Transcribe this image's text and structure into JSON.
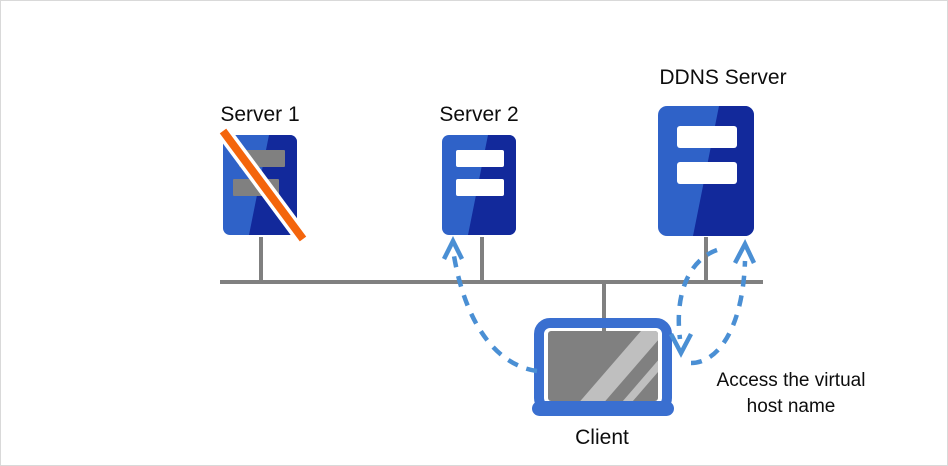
{
  "diagram": {
    "type": "network-topology",
    "title_visible": false,
    "background_color": "#ffffff",
    "border_color": "#d9d9d9",
    "palette": {
      "server_light_blue": "#2f62c8",
      "server_dark_blue": "#12299b",
      "server_disabled_bar": "#808080",
      "server_active_bar": "#ffffff",
      "slash_orange": "#f4650c",
      "slash_outline": "#ffffff",
      "bus_gray": "#808080",
      "arrow_blue": "#4a8fd4",
      "laptop_bezel": "#3a6fd0",
      "laptop_screen": "#808080",
      "laptop_screen_highlight": "#bfbfbf",
      "text_black": "#0d0d0d"
    },
    "nodes": [
      {
        "id": "server-1",
        "label": "Server 1",
        "kind": "server",
        "state": "disabled",
        "bar_count": 2,
        "bar_color": "#808080",
        "has_slash": true
      },
      {
        "id": "server-2",
        "label": "Server 2",
        "kind": "server",
        "state": "active",
        "bar_count": 2,
        "bar_color": "#ffffff",
        "has_slash": false
      },
      {
        "id": "ddns-server",
        "label": "DDNS Server",
        "kind": "server",
        "state": "active",
        "bar_count": 2,
        "bar_color": "#ffffff",
        "has_slash": false
      },
      {
        "id": "client",
        "label": "Client",
        "kind": "laptop",
        "state": "active"
      }
    ],
    "connections": [
      {
        "id": "bus",
        "kind": "bus-line",
        "from": "network-bus-left",
        "to": "network-bus-right"
      },
      {
        "id": "drop-server-1",
        "kind": "drop-line",
        "node": "server-1"
      },
      {
        "id": "drop-server-2",
        "kind": "drop-line",
        "node": "server-2"
      },
      {
        "id": "drop-ddns",
        "kind": "drop-line",
        "node": "ddns-server"
      },
      {
        "id": "drop-client",
        "kind": "drop-line",
        "node": "client"
      }
    ],
    "flows": [
      {
        "id": "client-to-server-2",
        "kind": "dashed-arrow",
        "from": "client",
        "to": "server-2",
        "direction": "up",
        "color": "#4a8fd4"
      },
      {
        "id": "ddns-query-down",
        "kind": "dashed-arrow",
        "from": "ddns-server",
        "to": "client",
        "direction": "down",
        "color": "#4a8fd4"
      },
      {
        "id": "ddns-query-up",
        "kind": "dashed-arrow",
        "from": "client",
        "to": "ddns-server",
        "direction": "up",
        "color": "#4a8fd4"
      }
    ],
    "annotations": [
      {
        "id": "access-virtual-host-name",
        "line_1": "Access the virtual",
        "line_2": "host name"
      }
    ]
  }
}
